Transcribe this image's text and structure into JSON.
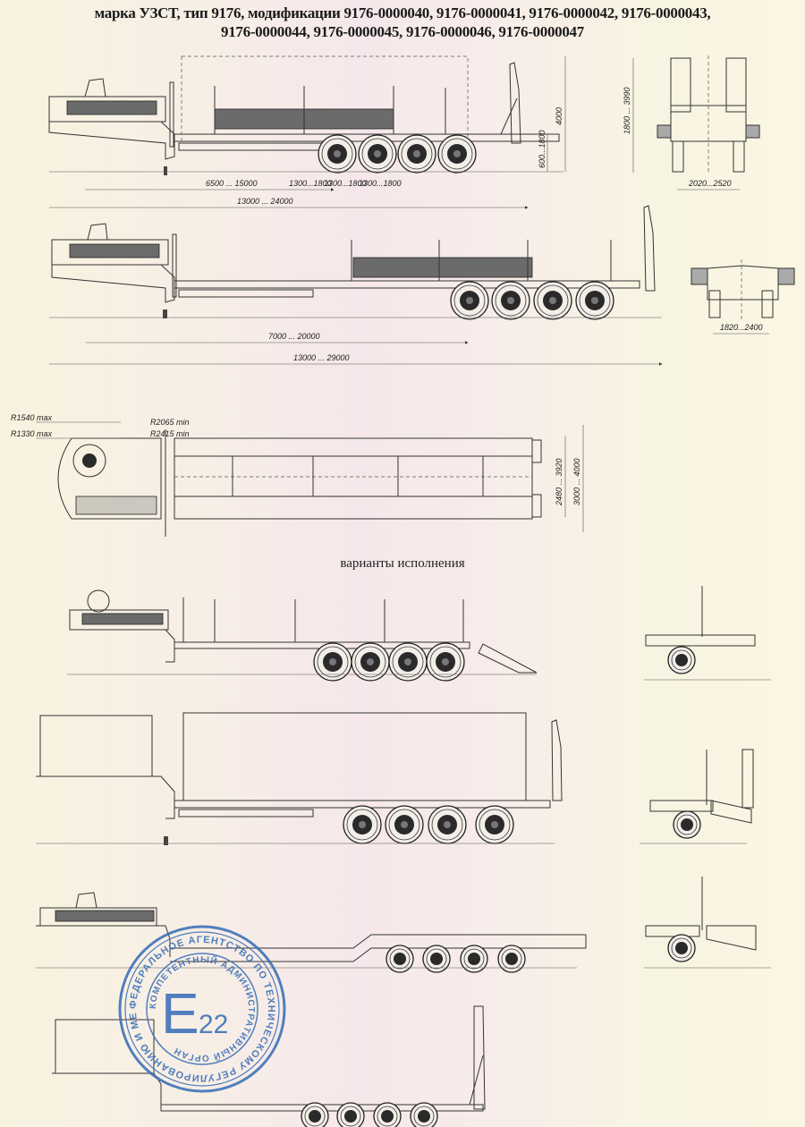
{
  "header": {
    "line1": "марка УЗСТ, тип 9176, модификации 9176-0000040, 9176-0000041, 9176-0000042, 9176-0000043,",
    "line2": "9176-0000044, 9176-0000045, 9176-0000046, 9176-0000047"
  },
  "drawing1": {
    "dims": {
      "height_total": "4000",
      "deck_height": "600...1800",
      "kingpin_to_axle": "6500 ... 15000",
      "axle_spacing": [
        "1300...1800",
        "1300...1800",
        "1300...1800"
      ],
      "overall_length": "13000 ... 24000"
    },
    "rear_view": {
      "height": "1800 ... 3990",
      "track_width": "2020...2520"
    }
  },
  "drawing2": {
    "dims": {
      "kingpin_to_axle": "7000 ... 20000",
      "overall_length": "13000 ... 29000"
    },
    "rear_view": {
      "track_width": "1820...2400"
    }
  },
  "drawing3_plan": {
    "radii": {
      "r1": "R1540 max",
      "r2": "R1330 max",
      "r3": "R2065 min",
      "r4": "R2415 min"
    },
    "dims": {
      "inner_width": "2480 ... 3920",
      "outer_width": "3000 ... 4000"
    }
  },
  "variants": {
    "label": "варианты исполнения"
  },
  "stamp": {
    "center_letter": "E",
    "center_number": "22",
    "ring_text": "КОМПЕТЕНТНЫЙ АДМИНИСТРАТИВНЫЙ ОРГАН",
    "outer_ring_text": "ФЕДЕРАЛЬНОЕ АГЕНТСТВО ПО ТЕХНИЧЕСКОМУ РЕГУЛИРОВАНИЮ И МЕТРОЛОГИИ",
    "color": "#3a6fb8"
  },
  "colors": {
    "paper": "#f8f3df",
    "ink": "#1a1a1a",
    "stamp": "#3a6fb8"
  }
}
